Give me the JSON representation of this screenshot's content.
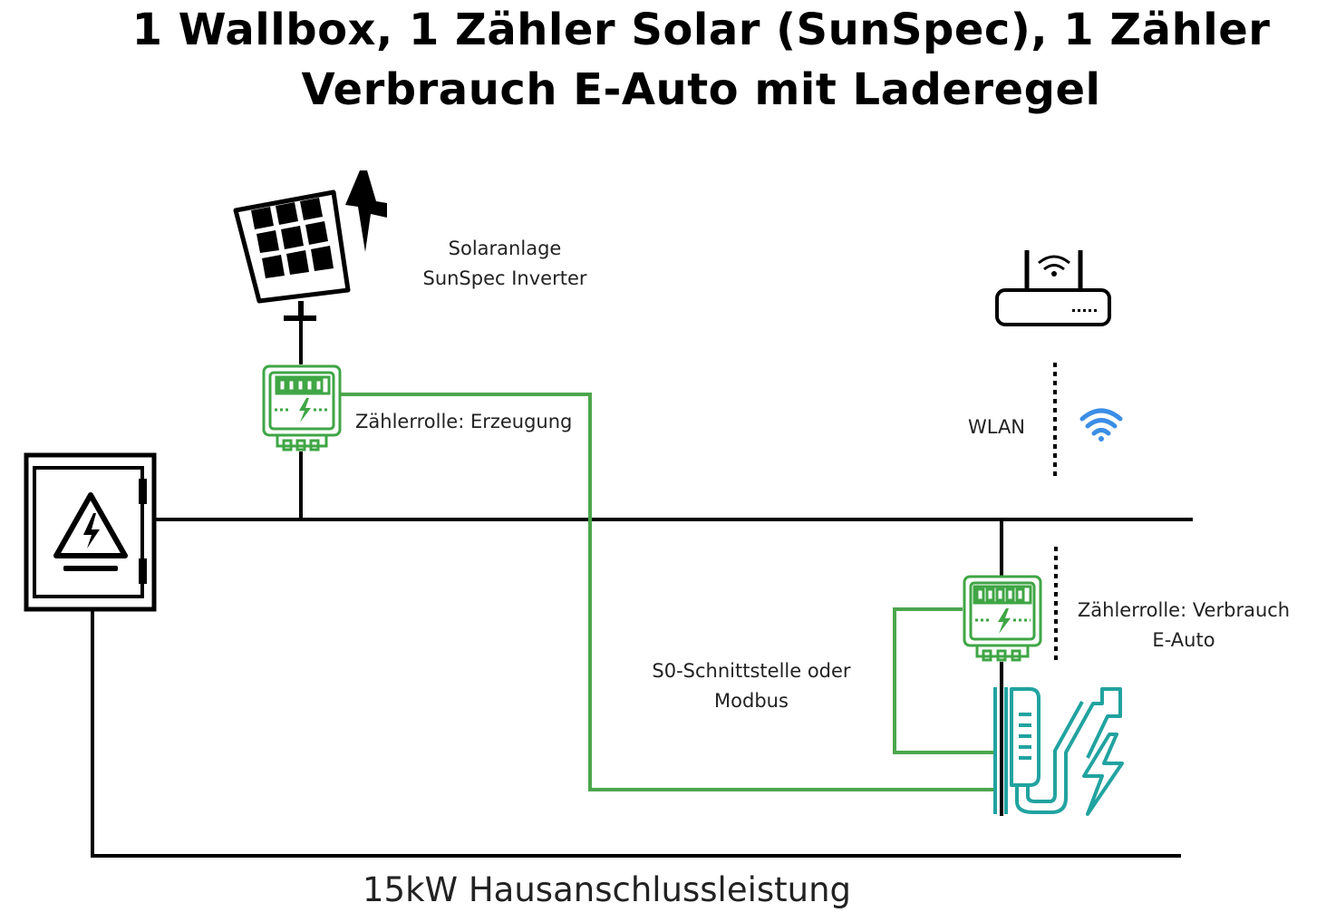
{
  "title": {
    "line1": "1 Wallbox, 1 Zähler Solar (SunSpec), 1 Zähler",
    "line2": "Verbrauch E-Auto mit Laderegel"
  },
  "labels": {
    "solar_line1": "Solaranlage",
    "solar_line2": "SunSpec Inverter",
    "meter_role_generation": "Zählerrolle: Erzeugung",
    "wlan": "WLAN",
    "meter_role_consumption_line1": "Zählerrolle: Verbrauch",
    "meter_role_consumption_line2": "E-Auto",
    "interface_line1": "S0-Schnittstelle oder",
    "interface_line2": "Modbus",
    "house_connection": "15kW Hausanschlussleistung"
  },
  "icons": {
    "solar": "solar-panel-icon",
    "lightning": "lightning-bolt-icon",
    "meter_generation": "energy-meter-icon",
    "meter_consumption": "energy-meter-icon",
    "router": "router-icon",
    "wifi": "wifi-icon",
    "distribution_box": "electrical-cabinet-icon",
    "wallbox": "ev-charger-icon"
  },
  "colors": {
    "wire": "#000000",
    "signal": "#4ca64c",
    "meter": "#3fa645",
    "wallbox": "#21a3a0",
    "wifi": "#3b8ee6"
  }
}
